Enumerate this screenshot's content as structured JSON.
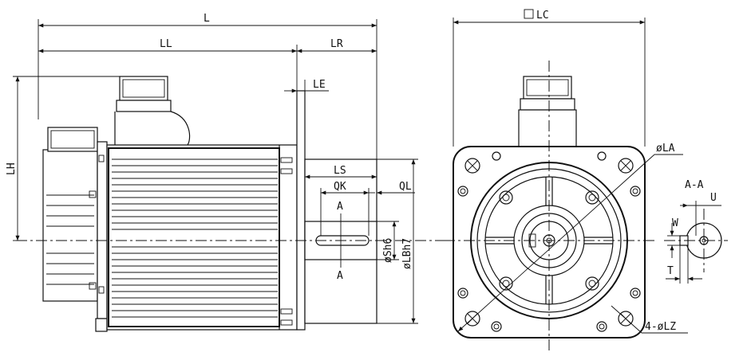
{
  "labels": {
    "L": "L",
    "LL": "LL",
    "LR": "LR",
    "LE": "LE",
    "LH": "LH",
    "LS": "LS",
    "QK": "QK",
    "QL": "QL",
    "section_top": "A",
    "section_bottom": "A",
    "S": "øSh6",
    "LB": "øLBh7",
    "LC": "LC",
    "LA": "øLA",
    "LZ": "4-øLZ",
    "section_view": "A-A",
    "U": "U",
    "W": "W",
    "T": "T"
  },
  "colors": {
    "line": "#111111",
    "background": "#ffffff"
  }
}
